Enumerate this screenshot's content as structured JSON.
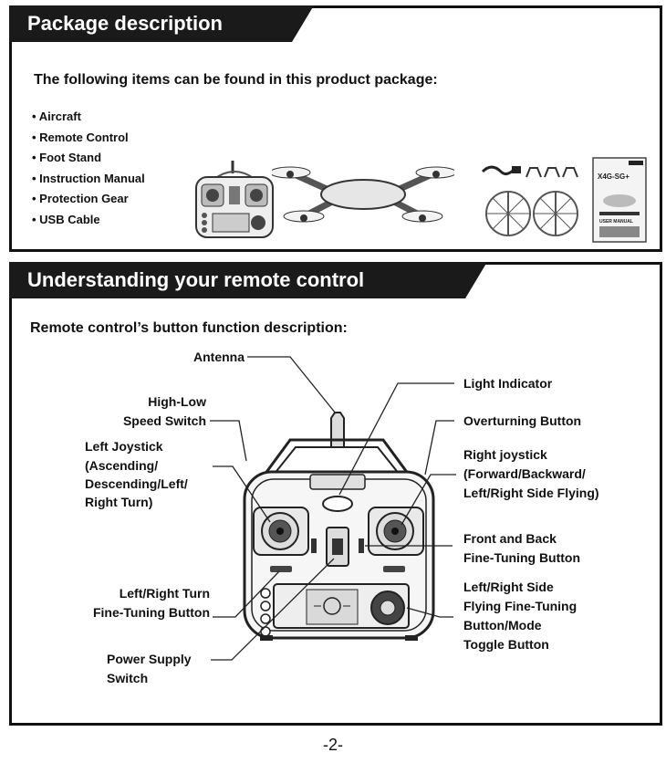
{
  "package_section": {
    "title": "Package description",
    "intro": "The following items can be found in this product package:",
    "items": [
      "Aircraft",
      "Remote Control",
      "Foot Stand",
      "Instruction Manual",
      "Protection Gear",
      "USB Cable"
    ],
    "manual_cover": {
      "brand": "X4G-SG+",
      "title": "USER MANUAL"
    }
  },
  "remote_section": {
    "title": "Understanding your remote control",
    "subtitle": "Remote control’s button function description:",
    "labels": {
      "antenna": "Antenna",
      "light_indicator": "Light Indicator",
      "high_low_1": "High-Low",
      "high_low_2": "Speed Switch",
      "overturning": "Overturning Button",
      "left_joystick_1": "Left Joystick",
      "left_joystick_2": "(Ascending/",
      "left_joystick_3": "Descending/Left/",
      "left_joystick_4": "Right Turn)",
      "right_joystick_1": "Right joystick",
      "right_joystick_2": "(Forward/Backward/",
      "right_joystick_3": "Left/Right Side Flying)",
      "front_back_1": "Front and Back",
      "front_back_2": "Fine-Tuning Button",
      "lr_turn_1": "Left/Right Turn",
      "lr_turn_2": "Fine-Tuning Button",
      "lr_side_1": "Left/Right Side",
      "lr_side_2": "Flying Fine-Tuning",
      "lr_side_3": "Button/Mode",
      "lr_side_4": "Toggle Button",
      "power_1": "Power Supply",
      "power_2": "Switch"
    }
  },
  "page_number": "-2-"
}
